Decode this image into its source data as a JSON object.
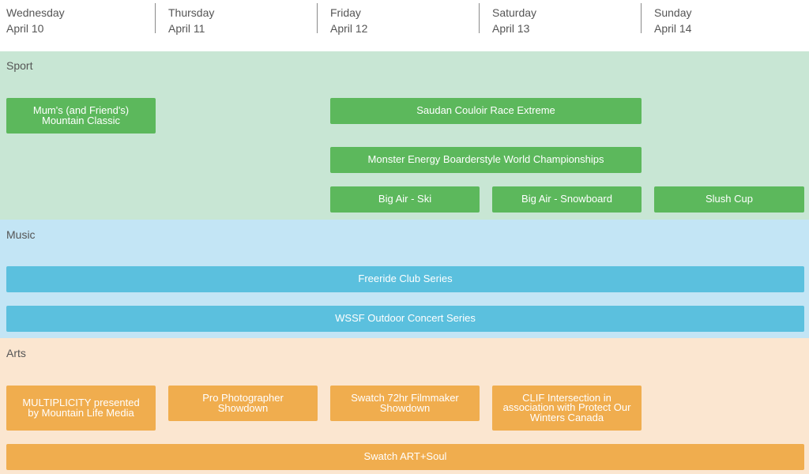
{
  "days": [
    {
      "name": "Wednesday",
      "date": "April 10"
    },
    {
      "name": "Thursday",
      "date": "April 11"
    },
    {
      "name": "Friday",
      "date": "April 12"
    },
    {
      "name": "Saturday",
      "date": "April 13"
    },
    {
      "name": "Sunday",
      "date": "April 14"
    }
  ],
  "sections": {
    "sport": {
      "title": "Sport",
      "color": "#c8e6d4",
      "events": [
        "Mum's (and Friend's) Mountain Classic",
        "Saudan Couloir Race Extreme",
        "Monster Energy Boarderstyle World Championships",
        "Big Air - Ski",
        "Big Air - Snowboard",
        "Slush Cup"
      ]
    },
    "music": {
      "title": "Music",
      "color": "#c3e5f5",
      "events": [
        "Freeride Club Series",
        "WSSF Outdoor Concert Series"
      ]
    },
    "arts": {
      "title": "Arts",
      "color": "#fbe6d0",
      "events": [
        "MULTIPLICITY presented by Mountain Life Media",
        "Pro Photographer Showdown",
        "Swatch 72hr Filmmaker Showdown",
        "CLIF Intersection in association with Protect Our Winters Canada",
        "Swatch ART+Soul"
      ]
    }
  },
  "colors": {
    "sport_event": "#5cb85c",
    "music_event": "#5bc0de",
    "arts_event": "#f0ad4e"
  }
}
